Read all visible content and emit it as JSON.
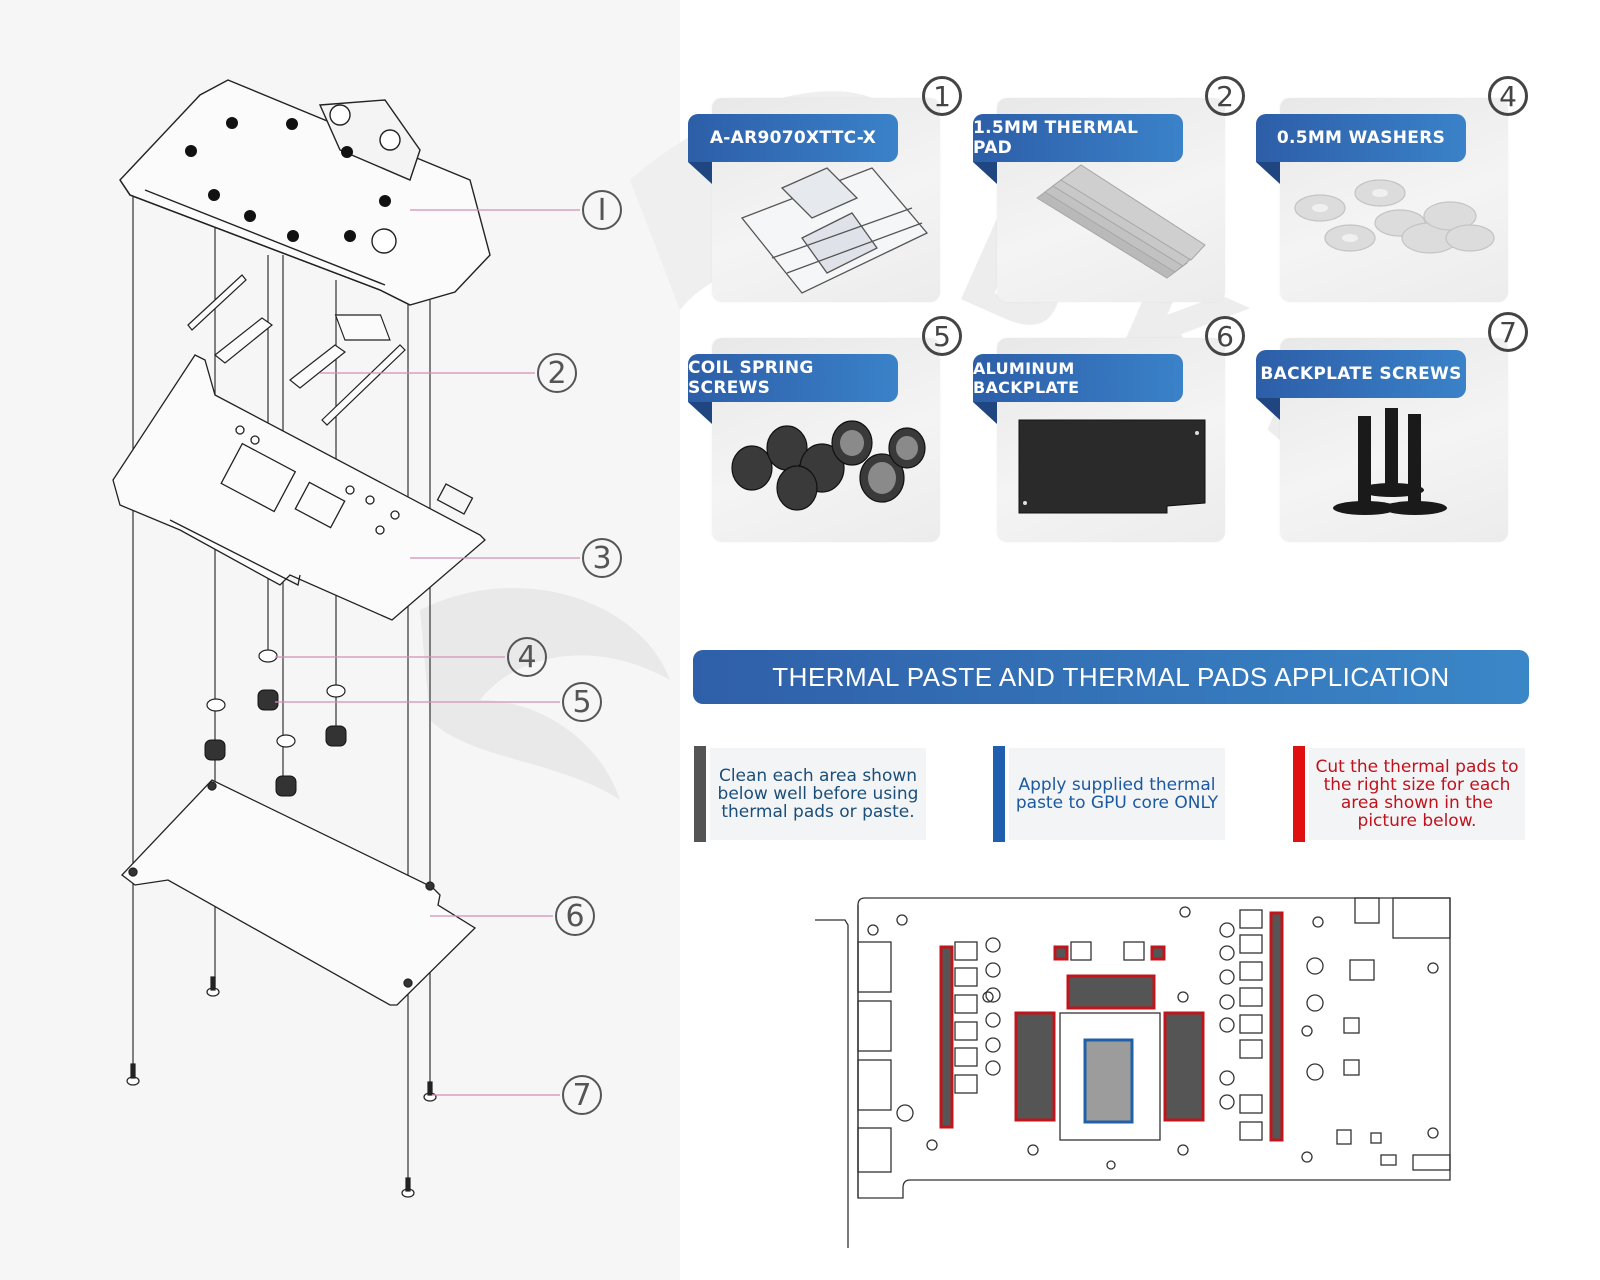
{
  "exploded_view": {
    "callouts": [
      {
        "num": "1",
        "symbol": "Ⅰ"
      },
      {
        "num": "2",
        "symbol": "2"
      },
      {
        "num": "3",
        "symbol": "3"
      },
      {
        "num": "4",
        "symbol": "4"
      },
      {
        "num": "5",
        "symbol": "5"
      },
      {
        "num": "6",
        "symbol": "6"
      },
      {
        "num": "7",
        "symbol": "7"
      }
    ],
    "callout_line_color": "#d291b6"
  },
  "parts": [
    {
      "num": "①",
      "label": "A-AR9070XTTC-X",
      "icon": "water-block-icon"
    },
    {
      "num": "②",
      "label": "1.5MM THERMAL PAD",
      "icon": "thermal-pad-icon"
    },
    {
      "num": "④",
      "label": "0.5MM WASHERS",
      "icon": "washers-icon"
    },
    {
      "num": "⑤",
      "label": "COIL SPRING SCREWS",
      "icon": "spring-screws-icon"
    },
    {
      "num": "⑥",
      "label": "ALUMINUM BACKPLATE",
      "icon": "backplate-icon"
    },
    {
      "num": "⑦",
      "label": "BACKPLATE SCREWS",
      "icon": "backplate-screws-icon"
    }
  ],
  "application": {
    "title": "THERMAL PASTE AND THERMAL PADS APPLICATION",
    "instructions": [
      {
        "text": "Clean each area shown below well before using thermal pads or paste.",
        "bar_color": "#555555",
        "text_color": "#1b4f7a"
      },
      {
        "text": "Apply supplied thermal paste to GPU core ONLY",
        "bar_color": "#1f5fad",
        "text_color": "#1b5aa0"
      },
      {
        "text": "Cut the thermal pads to the right size for each area shown in the picture below.",
        "bar_color": "#e01010",
        "text_color": "#c0121c"
      }
    ],
    "legend_colors": {
      "pad_outline": "#c0151c",
      "pad_fill": "#555555",
      "core_outline": "#2060a8",
      "core_fill": "#9c9c9c"
    }
  },
  "colors": {
    "banner_start": "#2f5fa9",
    "banner_end": "#3a87c8",
    "left_bg": "#f6f6f6"
  }
}
